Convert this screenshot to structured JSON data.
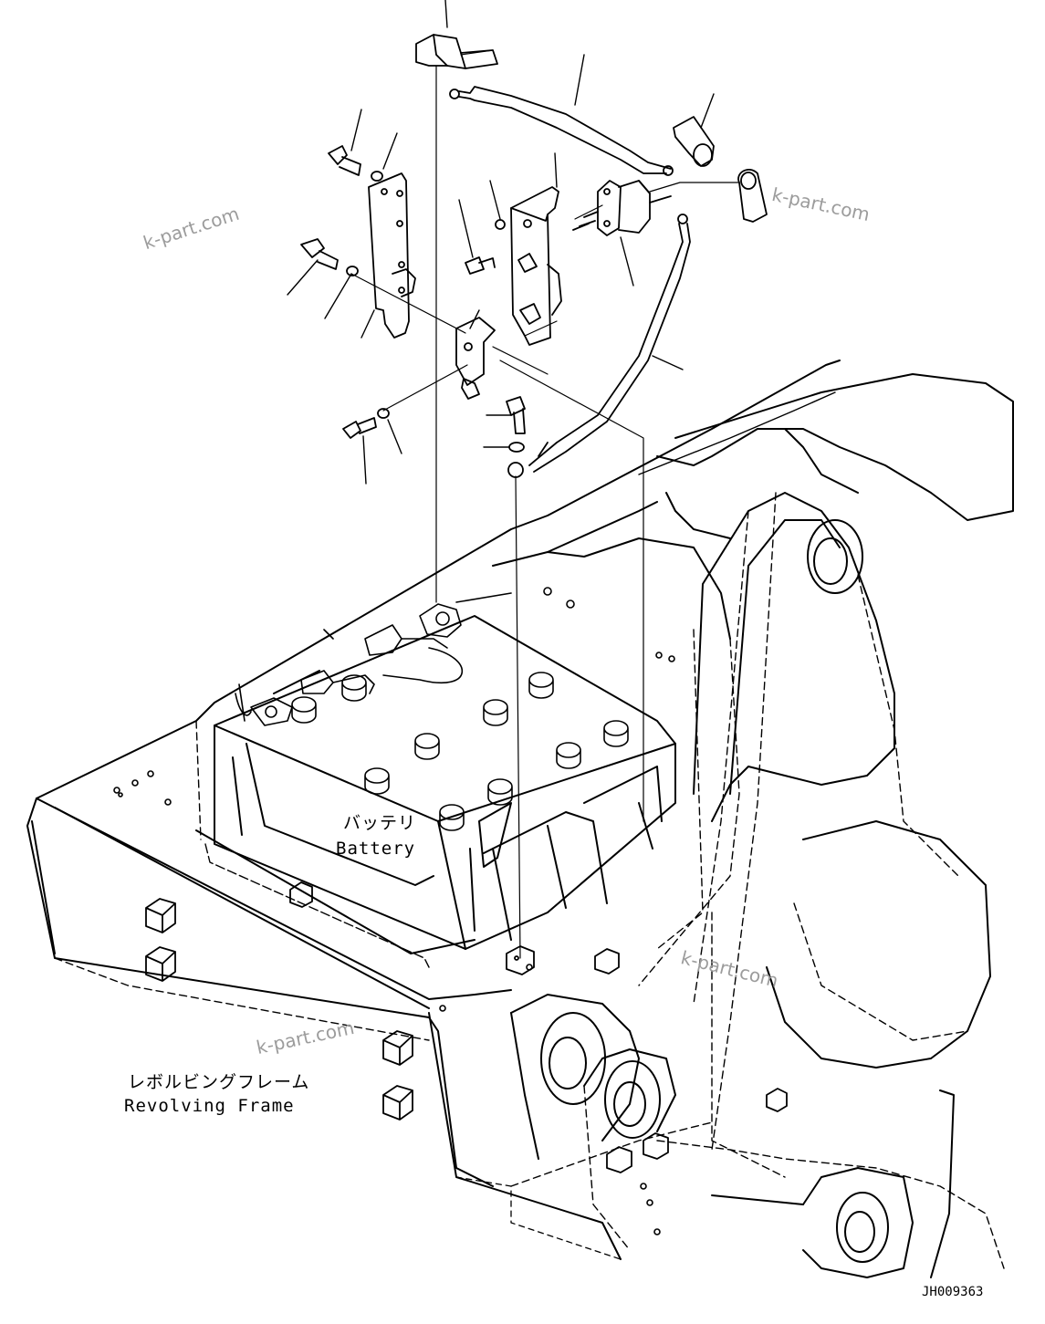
{
  "labels": {
    "battery_jp": "バッテリ",
    "battery_en": "Battery",
    "frame_jp": "レボルビングフレーム",
    "frame_en": "Revolving Frame"
  },
  "watermark": "k-part.com",
  "drawing_code": "JH009363",
  "colors": {
    "line": "#000000",
    "watermark": "#9c9c9c",
    "background": "#ffffff"
  }
}
